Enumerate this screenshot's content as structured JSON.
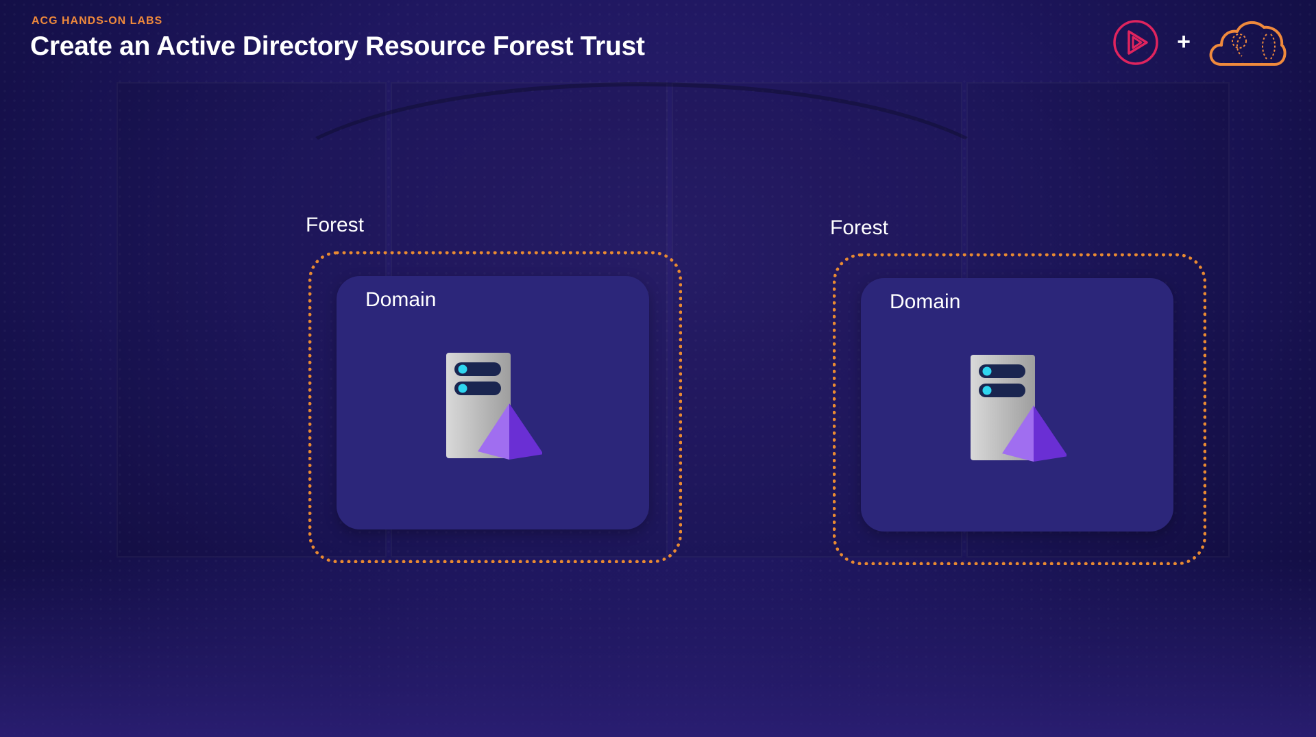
{
  "header": {
    "eyebrow": "ACG HANDS-ON LABS",
    "title": "Create an Active Directory Resource Forest Trust"
  },
  "logos": {
    "play_icon": "play-circle-icon",
    "plus": "+",
    "cloud_icon": "cloud-icon"
  },
  "forests": [
    {
      "label": "Forest",
      "domain": {
        "label": "Domain",
        "icon": "server-icon"
      }
    },
    {
      "label": "Forest",
      "domain": {
        "label": "Domain",
        "icon": "server-icon"
      }
    }
  ],
  "colors": {
    "accent_orange": "#e98a32",
    "eyebrow_orange": "#f08a3c",
    "background": "#1f1760",
    "domain_card": "#2c267a",
    "play_logo": "#e0245e",
    "server_light": "#2fd6f0",
    "triangle_purple": "#7b3fe0"
  }
}
